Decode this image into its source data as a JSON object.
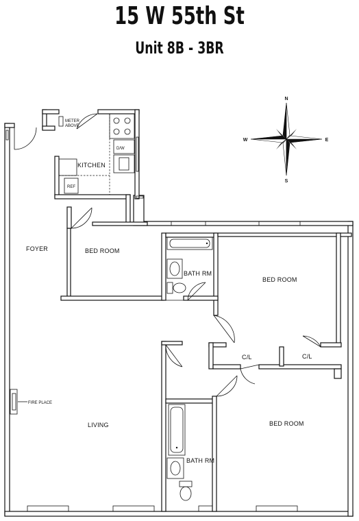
{
  "header": {
    "address": "15 W 55th St",
    "unit": "Unit 8B - 3BR"
  },
  "compass": {
    "north": "N",
    "south": "S",
    "east": "E",
    "west": "W"
  },
  "rooms": {
    "foyer": "FOYER",
    "kitchen": "KITCHEN",
    "bedroom_1": "BED ROOM",
    "bedroom_2": "BED ROOM",
    "bedroom_3": "BED ROOM",
    "bath_1": "BATH RM",
    "bath_2": "BATH RM",
    "living": "LIVING",
    "closet_1": "C/L",
    "closet_2": "C/L"
  },
  "fixtures": {
    "meter": "METER",
    "meter_above": "ABOVE",
    "dishwasher": "D/W",
    "fridge": "REF",
    "fireplace": "FIRE PLACE"
  },
  "colors": {
    "ink": "#111111",
    "paper": "#ffffff"
  }
}
